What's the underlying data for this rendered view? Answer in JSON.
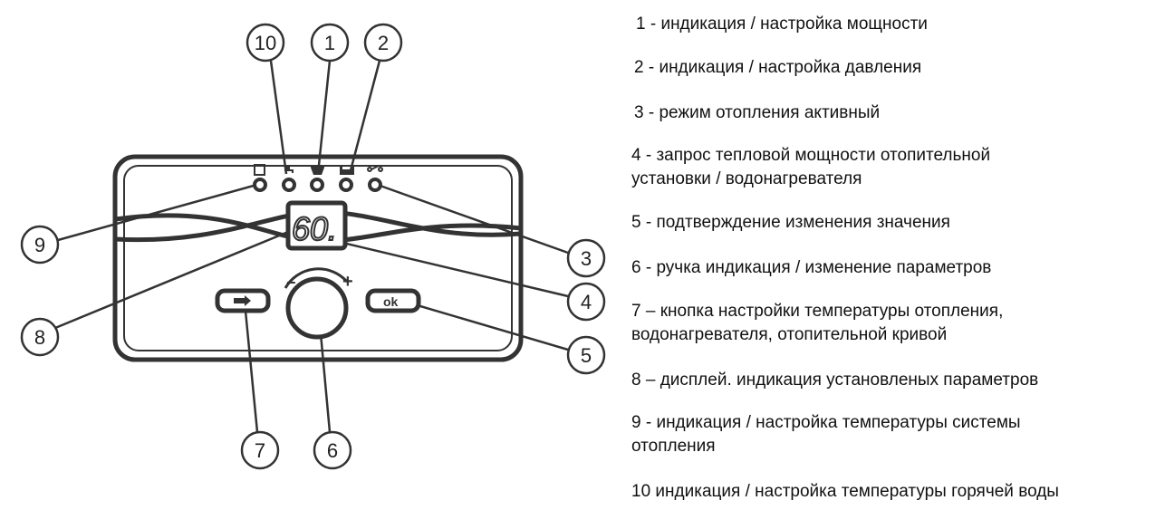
{
  "display": {
    "value": "60."
  },
  "buttons": {
    "left_icon": "arrow-right-icon",
    "right_label": "ok"
  },
  "knob": {
    "minus": "−",
    "plus": "+"
  },
  "callouts": [
    "10",
    "1",
    "2",
    "9",
    "3",
    "4",
    "8",
    "5",
    "7",
    "6"
  ],
  "legend": [
    "1 - индикация / настройка мощности",
    "2 - индикация / настройка давления",
    "3 - режим отопления активный",
    " 4 - запрос тепловой мощности отопительной\nустановки / водонагревателя",
    "5 -  подтверждение изменения значения",
    "6 - ручка индикация / изменение параметров",
    "7 – кнопка настройки температуры отопления,\nводонагревателя, отопительной кривой",
    "8 – дисплей. индикация установленых параметров",
    "9 - индикация / настройка температуры системы\nотопления",
    "10 индикация / настройка температуры горячей воды"
  ]
}
